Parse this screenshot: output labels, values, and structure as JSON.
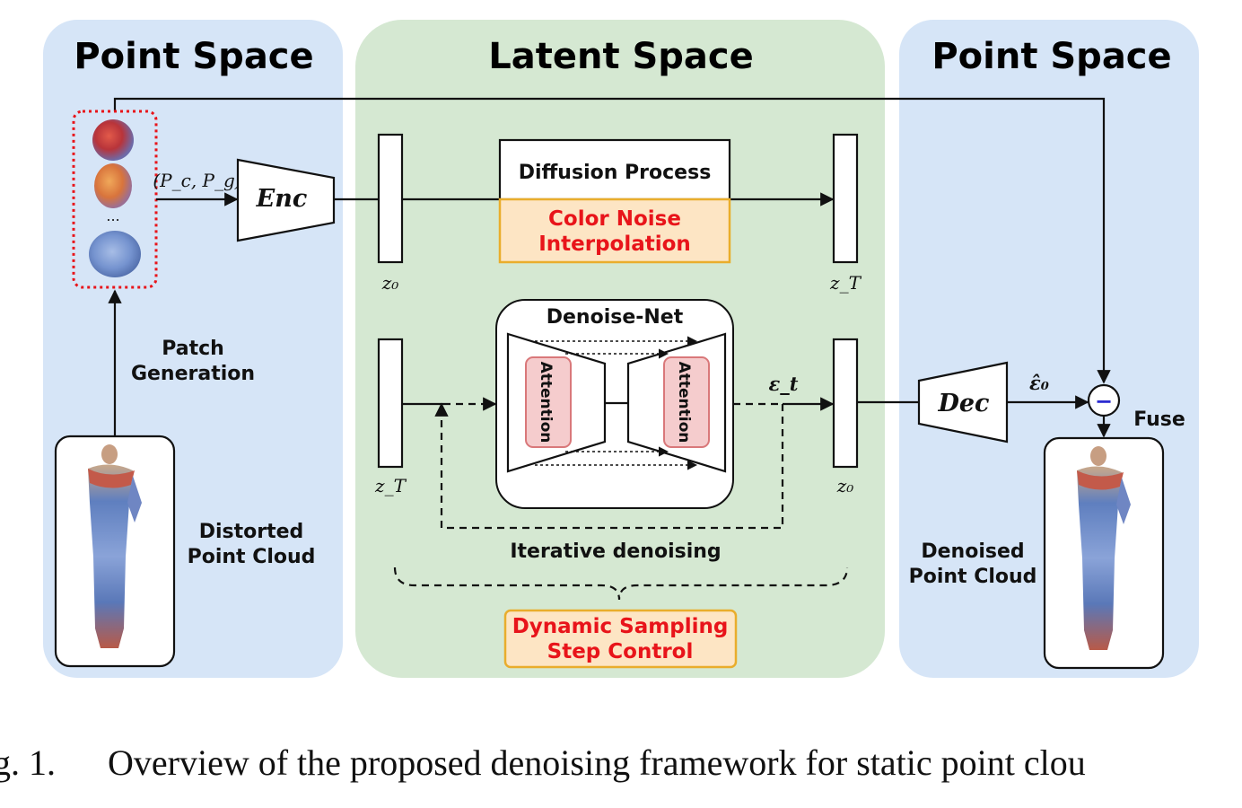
{
  "panels": {
    "left_title": "Point Space",
    "middle_title": "Latent Space",
    "right_title": "Point Space"
  },
  "left": {
    "patch_pair": "(P_c, P_g)",
    "ellipsis": "...",
    "patch_generation": [
      "Patch",
      "Generation"
    ],
    "distorted": [
      "Distorted",
      "Point Cloud"
    ]
  },
  "encoder": {
    "label": "Enc"
  },
  "decoder": {
    "label": "Dec"
  },
  "latent": {
    "z0_top": "z₀",
    "zT_top": "z_T",
    "zT_bottom": "z_T",
    "z0_bottom": "z₀",
    "diffusion_process": "Diffusion Process",
    "color_noise": [
      "Color Noise",
      "Interpolation"
    ],
    "denoise_net": "Denoise-Net",
    "attention": "Attention",
    "epsilon": "ε_t",
    "iterative": "Iterative denoising",
    "dynamic": [
      "Dynamic Sampling",
      "Step Control"
    ]
  },
  "right": {
    "eps_hat": "ε̂₀",
    "minus": "−",
    "fuse": "Fuse",
    "denoised": [
      "Denoised",
      "Point Cloud"
    ]
  },
  "colors": {
    "point_space_bg": "#d6e5f7",
    "latent_space_bg": "#d5e8d2",
    "highlight_red": "#e8141a",
    "orange_fill": "#fde5c4",
    "orange_border": "#e9ad2c",
    "attention_fill": "#f5cccd",
    "attention_border": "#d9787a"
  },
  "caption": {
    "fig_label": "g. 1.",
    "text": "Overview of the proposed denoising framework for static point clou"
  }
}
